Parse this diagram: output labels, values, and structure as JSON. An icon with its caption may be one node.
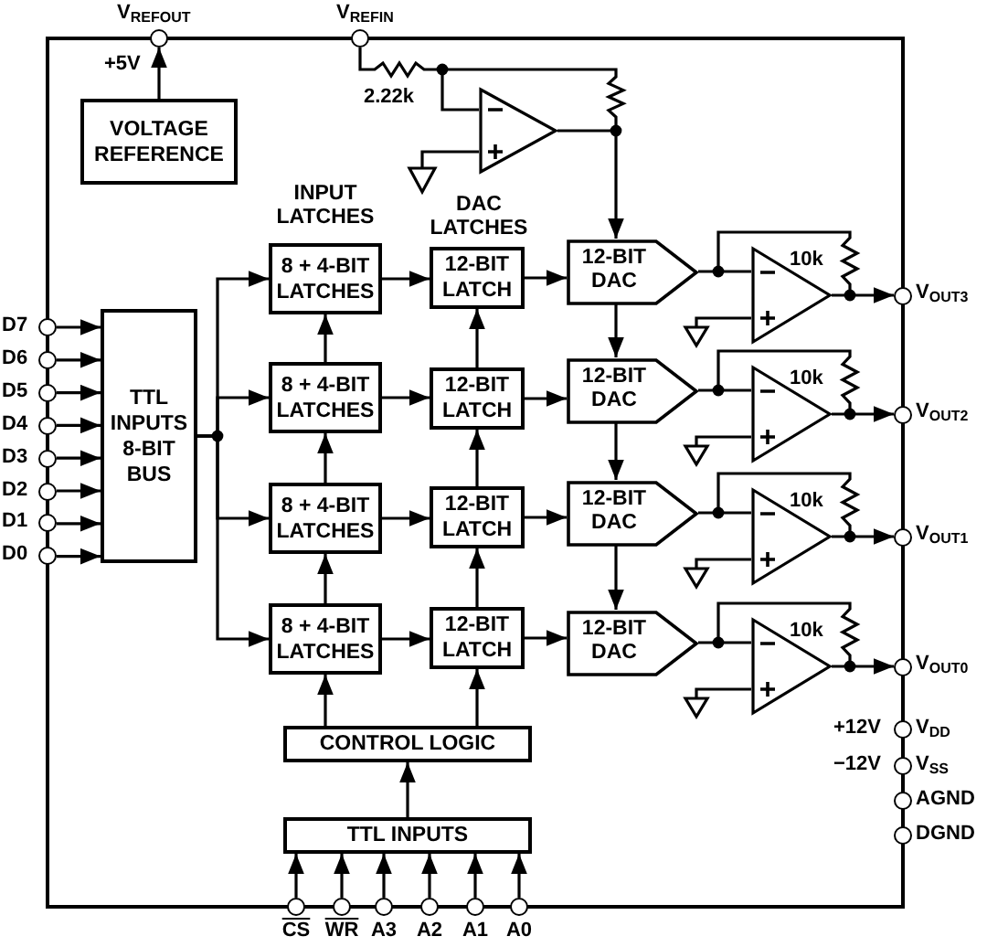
{
  "diagram": {
    "nodes": [
      {
        "text": [],
        "shape": "circle",
        "beside": [
          "V$_{REFOUT}$"
        ]
      },
      {
        "text": [],
        "shape": "circle",
        "beside": [
          "V$_{REFIN}$"
        ]
      },
      {
        "text": [
          "VOLTAGE REFERENCE"
        ]
      },
      {
        "text": [],
        "shape": "triangle"
      },
      {
        "text": [],
        "shape": "circle",
        "beside": [
          "D7"
        ]
      },
      {
        "text": [],
        "shape": "circle",
        "beside": [
          "D6"
        ]
      },
      {
        "text": [],
        "shape": "circle",
        "beside": [
          "D5"
        ]
      },
      {
        "text": [],
        "shape": "circle",
        "beside": [
          "D4"
        ]
      },
      {
        "text": [],
        "shape": "circle",
        "beside": [
          "D3"
        ]
      },
      {
        "text": [],
        "shape": "circle",
        "beside": [
          "D2"
        ]
      },
      {
        "text": [],
        "shape": "circle",
        "beside": [
          "D1"
        ]
      },
      {
        "text": [],
        "shape": "circle",
        "beside": [
          "D0"
        ]
      },
      {
        "text": [
          "TTL INPUTS 8-BIT BUS"
        ]
      },
      {
        "text": [
          "8 + 4-BIT LATCHES"
        ]
      },
      {
        "text": [
          "8 + 4-BIT LATCHES"
        ]
      },
      {
        "text": [
          "8 + 4-BIT LATCHES"
        ]
      },
      {
        "text": [
          "8 + 4-BIT LATCHES"
        ]
      },
      {
        "text": [
          "12-BIT LATCH"
        ]
      },
      {
        "text": [
          "12-BIT LATCH"
        ]
      },
      {
        "text": [
          "12-BIT LATCH"
        ]
      },
      {
        "text": [
          "12-BIT LATCH"
        ]
      },
      {
        "text": [
          "12-BIT DAC"
        ]
      },
      {
        "text": [
          "12-BIT DAC"
        ]
      },
      {
        "text": [
          "12-BIT DAC"
        ]
      },
      {
        "text": [
          "12-BIT DAC"
        ]
      },
      {
        "text": [],
        "shape": "triangle"
      },
      {
        "text": [],
        "shape": "triangle"
      },
      {
        "text": [],
        "shape": "triangle"
      },
      {
        "text": [],
        "shape": "triangle"
      },
      {
        "text": [],
        "shape": "circle",
        "beside": [
          "V$_{OUT3}$"
        ]
      },
      {
        "text": [],
        "shape": "circle",
        "beside": [
          "V$_{OUT2}$"
        ]
      },
      {
        "text": [],
        "shape": "circle",
        "beside": [
          "V$_{OUT1}$"
        ]
      },
      {
        "text": [],
        "shape": "circle",
        "beside": [
          "V$_{OUT0}$"
        ]
      },
      {
        "text": [],
        "shape": "circle",
        "beside": [
          "V$_{DD}$",
          "+12V"
        ]
      },
      {
        "text": [],
        "shape": "circle",
        "beside": [
          "V$_{SS}$",
          "−12V"
        ]
      },
      {
        "text": [],
        "shape": "circle",
        "beside": [
          "AGND"
        ]
      },
      {
        "text": [],
        "shape": "circle",
        "beside": [
          "DGND"
        ]
      },
      {
        "text": [
          "CONTROL LOGIC"
        ]
      },
      {
        "text": [
          "TTL INPUTS"
        ]
      },
      {
        "text": [],
        "shape": "circle",
        "beside": [
          "CS"
        ]
      },
      {
        "text": [],
        "shape": "circle",
        "beside": [
          "WR"
        ]
      },
      {
        "text": [],
        "shape": "circle",
        "beside": [
          "A3"
        ]
      },
      {
        "text": [],
        "shape": "circle",
        "beside": [
          "A2"
        ]
      },
      {
        "text": [],
        "shape": "circle",
        "beside": [
          "A1"
        ]
      },
      {
        "text": [],
        "shape": "circle",
        "beside": [
          "A0"
        ]
      }
    ],
    "edges": [
      {
        "from": 2,
        "to": 0,
        "arrow": "to"
      },
      {
        "from": 1,
        "to": 3,
        "arrow": "none"
      },
      {
        "from": 3,
        "to": 21,
        "arrow": "to"
      },
      {
        "from": 4,
        "to": 12,
        "arrow": "to"
      },
      {
        "from": 5,
        "to": 12,
        "arrow": "to"
      },
      {
        "from": 6,
        "to": 12,
        "arrow": "to"
      },
      {
        "from": 7,
        "to": 12,
        "arrow": "to"
      },
      {
        "from": 8,
        "to": 12,
        "arrow": "to"
      },
      {
        "from": 9,
        "to": 12,
        "arrow": "to"
      },
      {
        "from": 10,
        "to": 12,
        "arrow": "to"
      },
      {
        "from": 11,
        "to": 12,
        "arrow": "to"
      },
      {
        "from": 12,
        "to": 13,
        "arrow": "to"
      },
      {
        "from": 12,
        "to": 14,
        "arrow": "to"
      },
      {
        "from": 12,
        "to": 15,
        "arrow": "to"
      },
      {
        "from": 12,
        "to": 16,
        "arrow": "to"
      },
      {
        "from": 13,
        "to": 17,
        "arrow": "to"
      },
      {
        "from": 14,
        "to": 18,
        "arrow": "to"
      },
      {
        "from": 15,
        "to": 19,
        "arrow": "to"
      },
      {
        "from": 16,
        "to": 20,
        "arrow": "to"
      },
      {
        "from": 17,
        "to": 21,
        "arrow": "to"
      },
      {
        "from": 18,
        "to": 22,
        "arrow": "to"
      },
      {
        "from": 19,
        "to": 23,
        "arrow": "to"
      },
      {
        "from": 20,
        "to": 24,
        "arrow": "to"
      },
      {
        "from": 16,
        "to": 15,
        "arrow": "to"
      },
      {
        "from": 15,
        "to": 14,
        "arrow": "to"
      },
      {
        "from": 14,
        "to": 13,
        "arrow": "to"
      },
      {
        "from": 20,
        "to": 19,
        "arrow": "to"
      },
      {
        "from": 19,
        "to": 18,
        "arrow": "to"
      },
      {
        "from": 18,
        "to": 17,
        "arrow": "to"
      },
      {
        "from": 37,
        "to": 16,
        "arrow": "to"
      },
      {
        "from": 37,
        "to": 20,
        "arrow": "to"
      },
      {
        "from": 38,
        "to": 37,
        "arrow": "to"
      },
      {
        "from": 39,
        "to": 38,
        "arrow": "to"
      },
      {
        "from": 40,
        "to": 38,
        "arrow": "to"
      },
      {
        "from": 41,
        "to": 38,
        "arrow": "to"
      },
      {
        "from": 42,
        "to": 38,
        "arrow": "to"
      },
      {
        "from": 43,
        "to": 38,
        "arrow": "to"
      },
      {
        "from": 44,
        "to": 38,
        "arrow": "to"
      },
      {
        "from": 21,
        "to": 22,
        "arrow": "to"
      },
      {
        "from": 22,
        "to": 23,
        "arrow": "to"
      },
      {
        "from": 23,
        "to": 24,
        "arrow": "to"
      },
      {
        "from": 21,
        "to": 25,
        "arrow": "none"
      },
      {
        "from": 22,
        "to": 26,
        "arrow": "none"
      },
      {
        "from": 23,
        "to": 27,
        "arrow": "none"
      },
      {
        "from": 24,
        "to": 28,
        "arrow": "none"
      },
      {
        "from": 25,
        "to": 29,
        "arrow": "to"
      },
      {
        "from": 26,
        "to": 30,
        "arrow": "to"
      },
      {
        "from": 27,
        "to": 31,
        "arrow": "to"
      },
      {
        "from": 28,
        "to": 32,
        "arrow": "to"
      }
    ],
    "labels": [
      "+5V",
      "2.22k",
      "INPUT LATCHES",
      "DAC LATCHES",
      "10k",
      "10k",
      "10k",
      "10k"
    ]
  }
}
